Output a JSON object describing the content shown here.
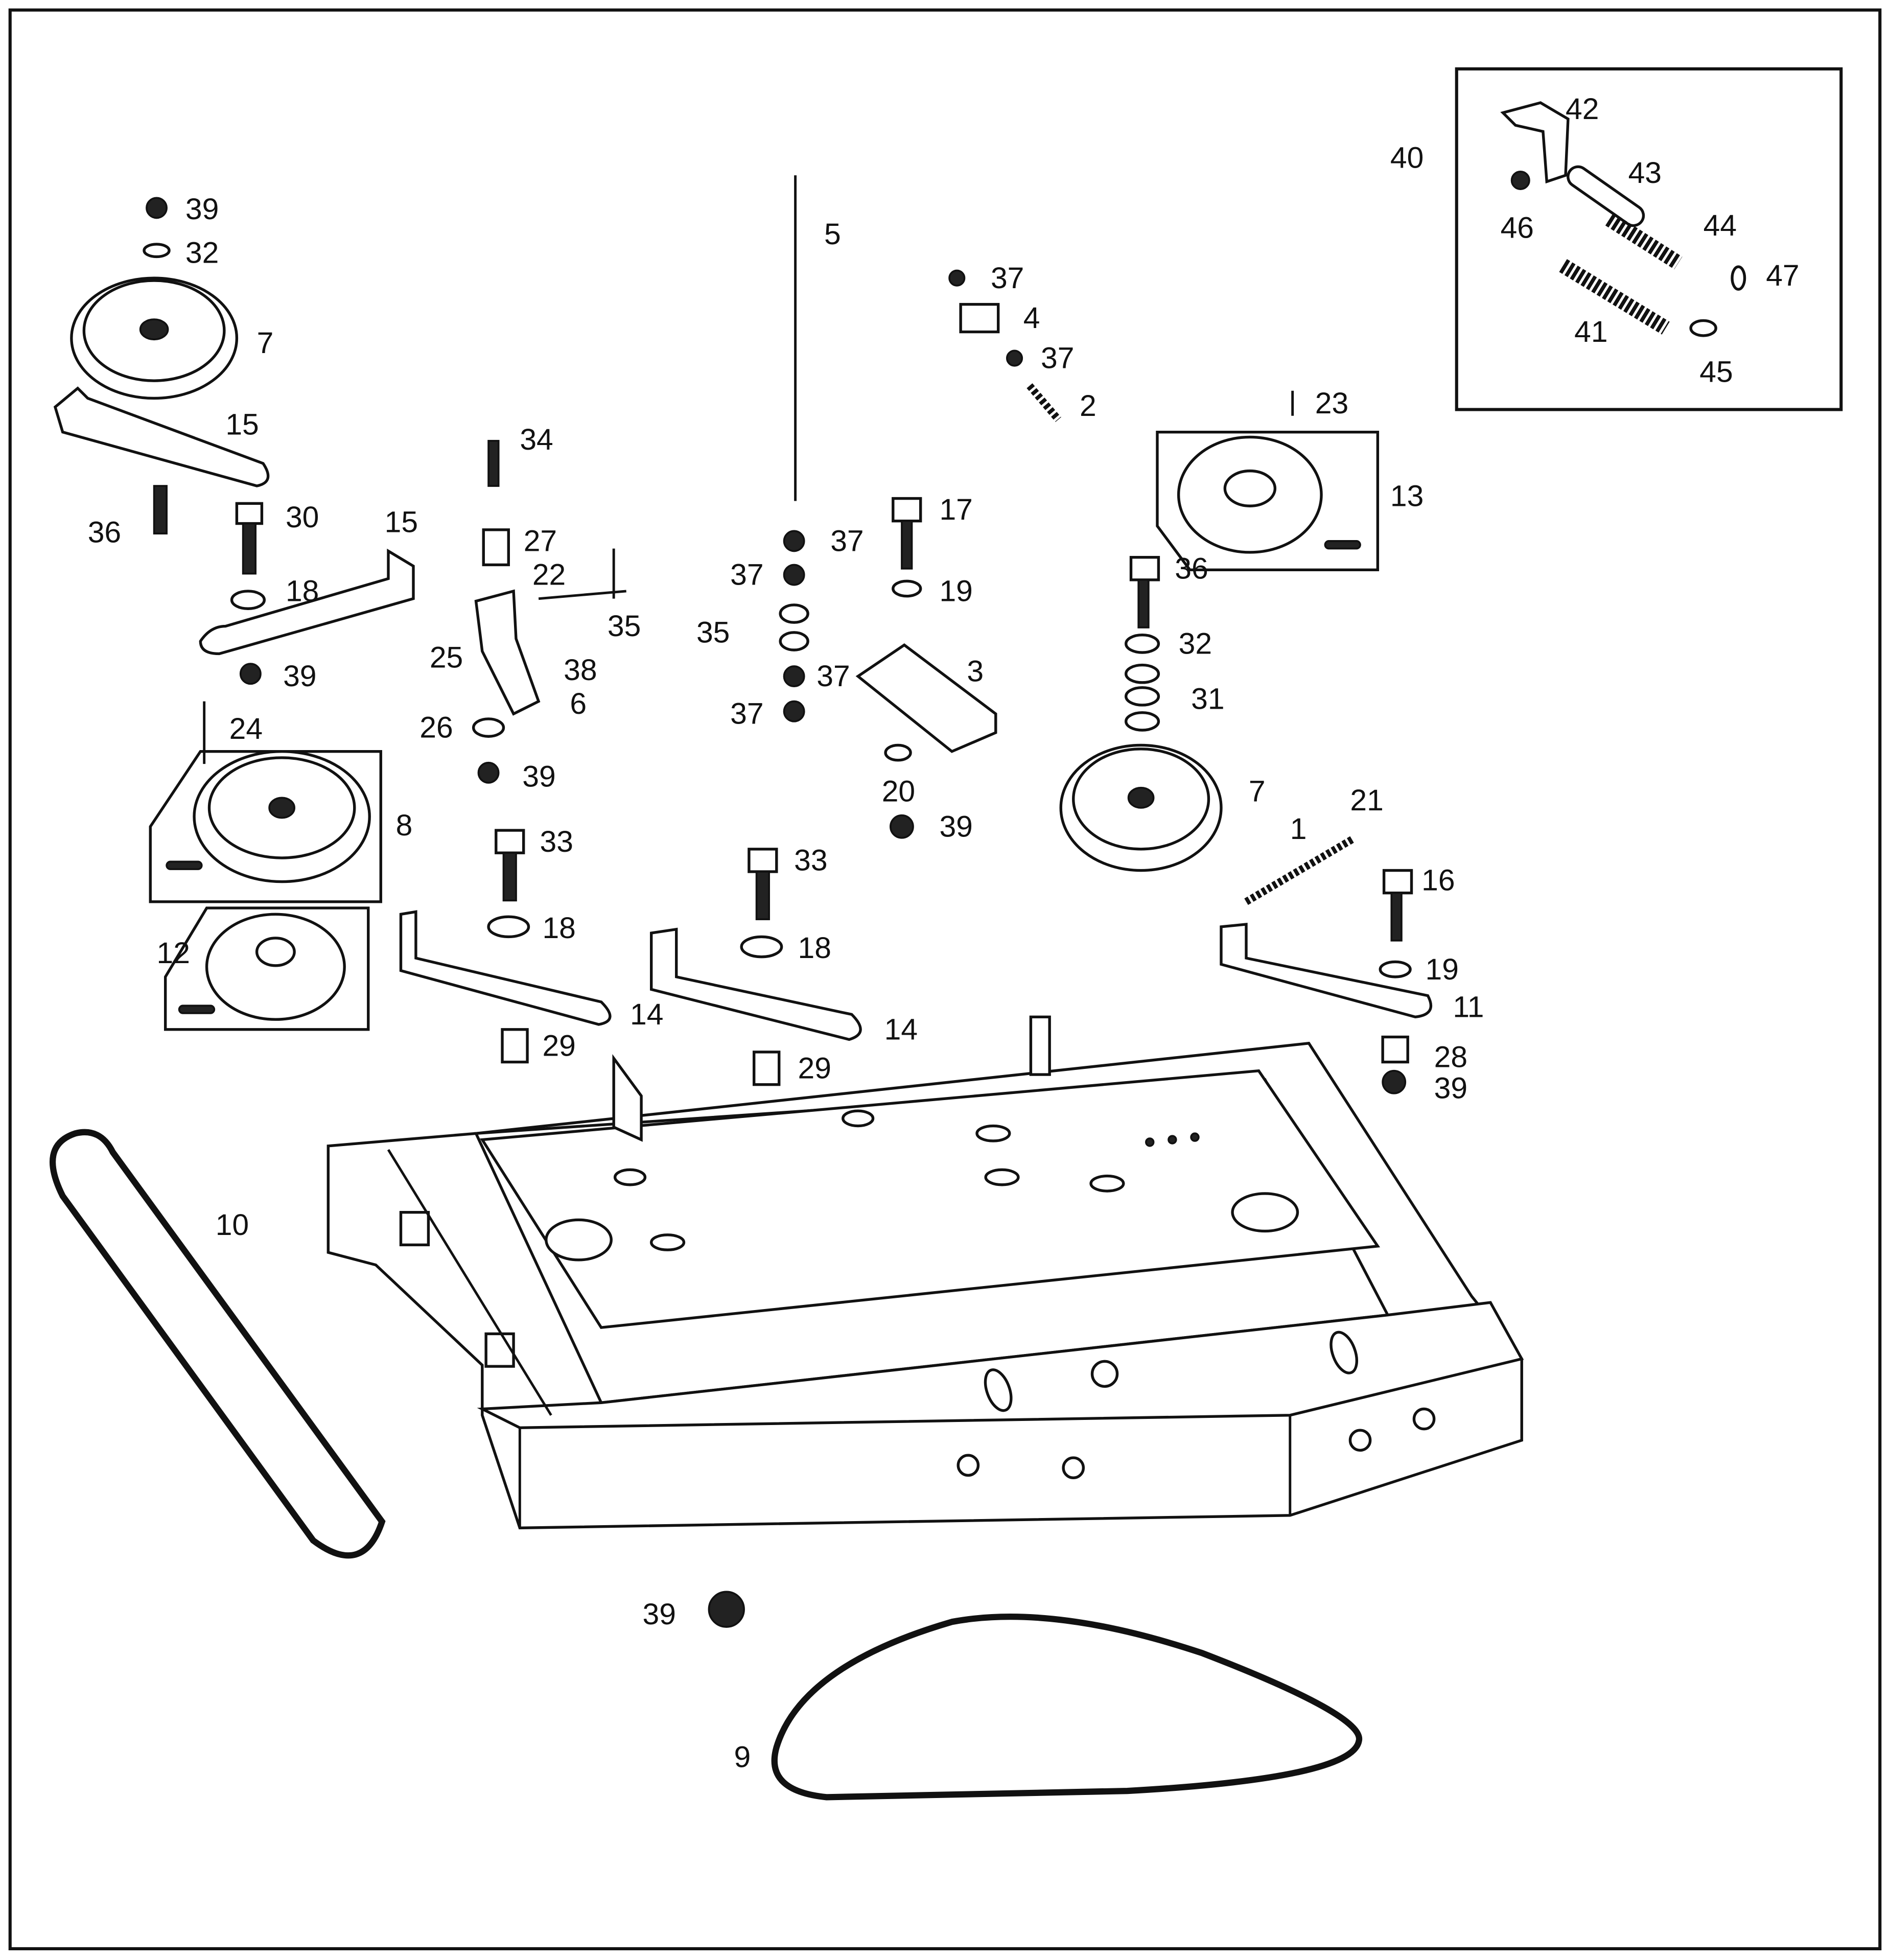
{
  "diagram": {
    "callouts": [
      "39",
      "32",
      "7",
      "15",
      "36",
      "30",
      "18",
      "39",
      "15",
      "24",
      "8",
      "12",
      "34",
      "27",
      "22",
      "35",
      "25",
      "38",
      "6",
      "26",
      "39",
      "33",
      "18",
      "14",
      "29",
      "5",
      "37",
      "4",
      "37",
      "2",
      "37",
      "37",
      "35",
      "37",
      "3",
      "37",
      "20",
      "39",
      "33",
      "18",
      "14",
      "29",
      "17",
      "19",
      "23",
      "13",
      "36",
      "32",
      "31",
      "7",
      "21",
      "1",
      "16",
      "19",
      "11",
      "28",
      "39",
      "10",
      "39",
      "9",
      "40",
      "42",
      "43",
      "46",
      "44",
      "47",
      "41",
      "45"
    ]
  }
}
